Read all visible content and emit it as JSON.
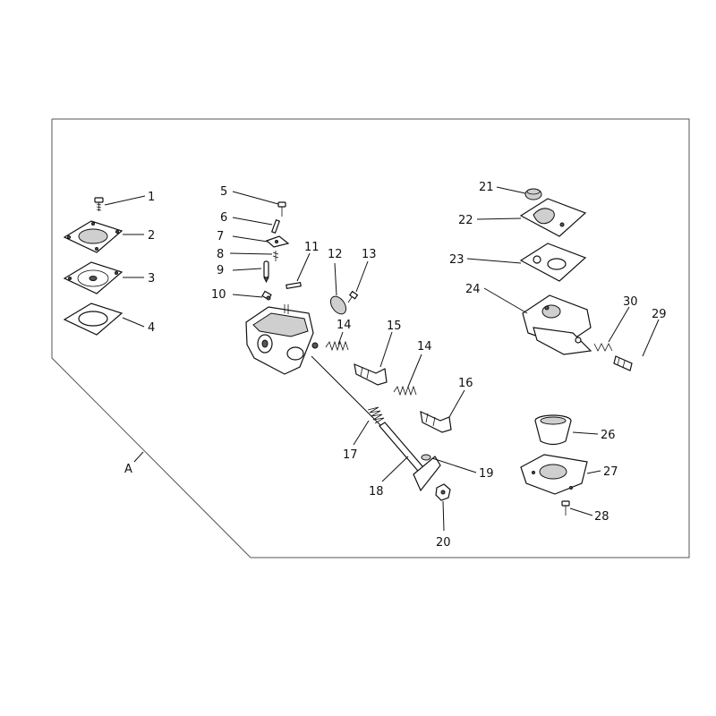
{
  "diagram": {
    "group_label": "A",
    "callouts": [
      "1",
      "2",
      "3",
      "4",
      "5",
      "6",
      "7",
      "8",
      "9",
      "10",
      "11",
      "12",
      "13",
      "14",
      "14",
      "15",
      "16",
      "17",
      "18",
      "19",
      "20",
      "21",
      "22",
      "23",
      "24",
      "26",
      "27",
      "28",
      "29",
      "30"
    ]
  }
}
